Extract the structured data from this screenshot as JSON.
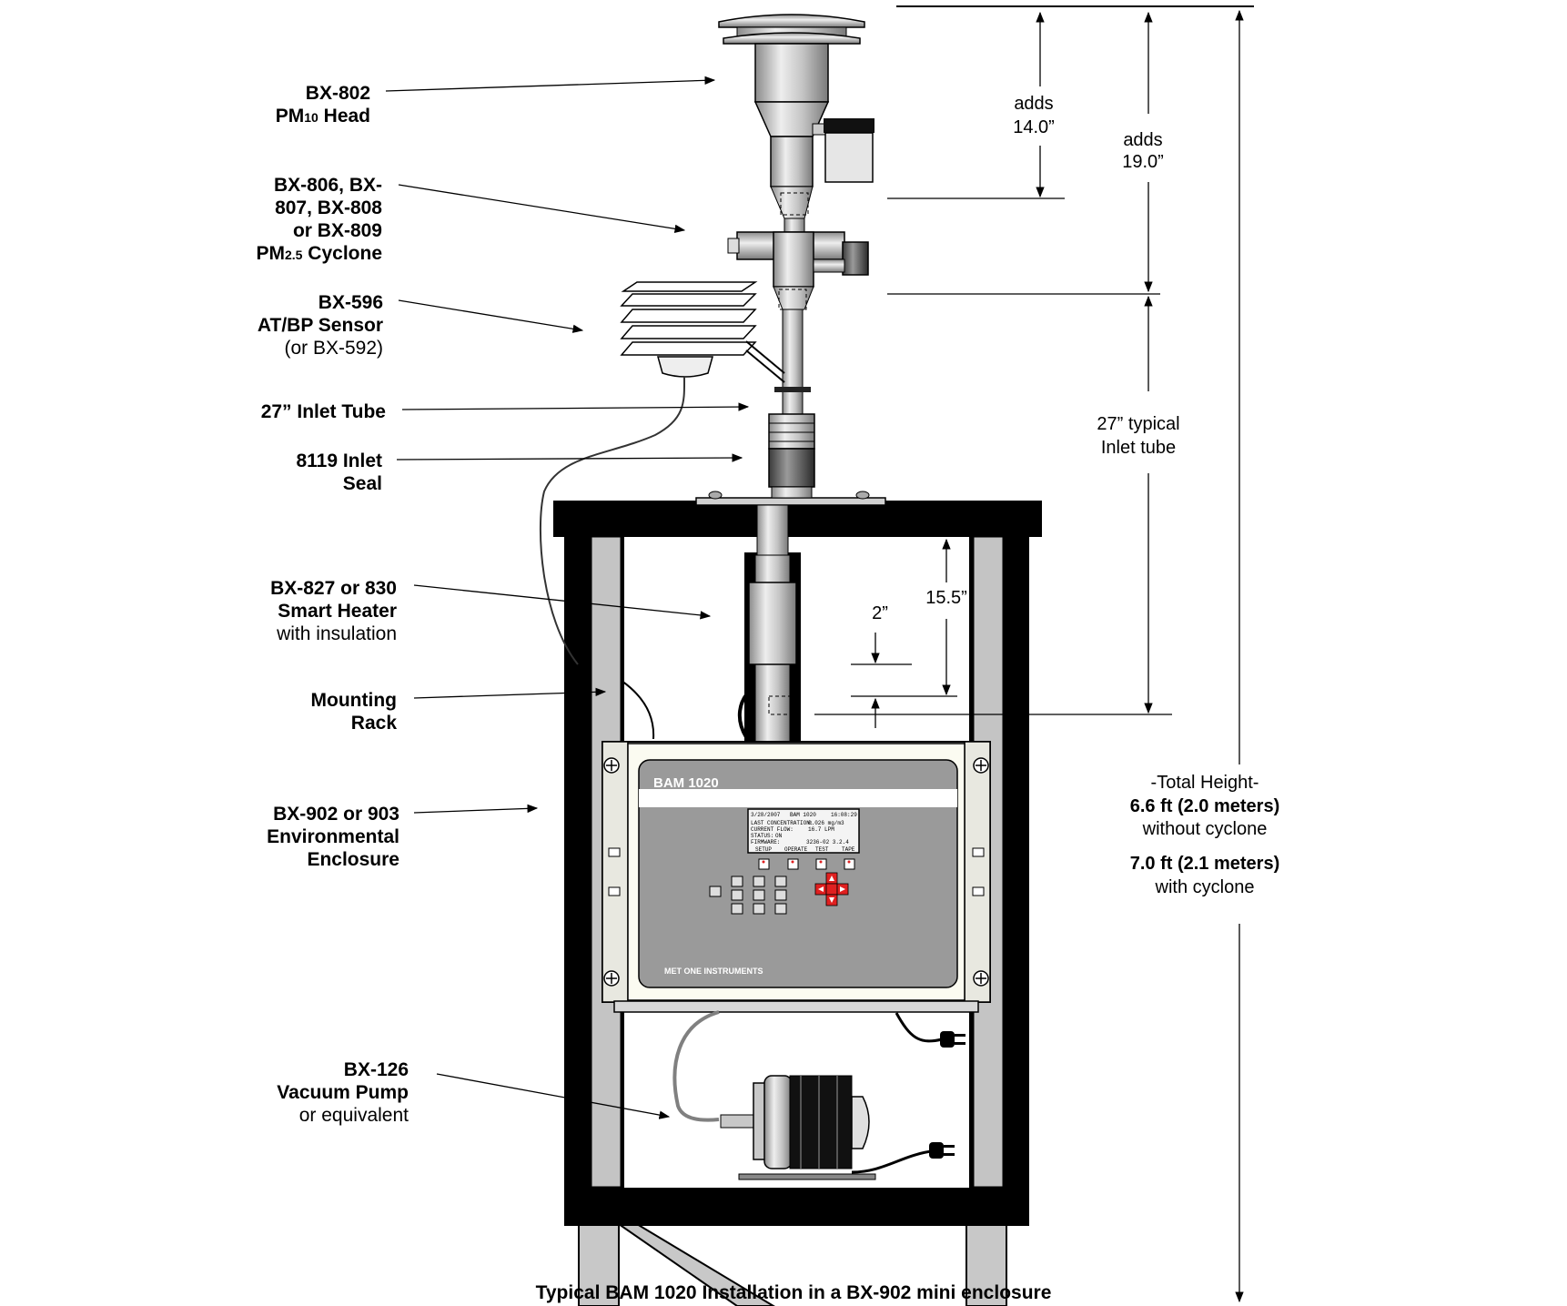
{
  "labels": {
    "pm10_head": {
      "l1": "BX-802",
      "l2a": "PM",
      "l2sub": "10",
      "l2b": " Head"
    },
    "cyclone": {
      "l1": "BX-806, BX-",
      "l2": "807, BX-808",
      "l3": "or BX-809",
      "l4a": "PM",
      "l4sub": "2.5",
      "l4b": " Cyclone"
    },
    "sensor": {
      "l1": "BX-596",
      "l2": "AT/BP Sensor",
      "l3": "(or BX-592)"
    },
    "inlet_tube": {
      "l1": "27” Inlet Tube"
    },
    "inlet_seal": {
      "l1": "8119 Inlet",
      "l2": "Seal"
    },
    "heater": {
      "l1": "BX-827 or 830",
      "l2": "Smart Heater",
      "l3": "with insulation"
    },
    "rack": {
      "l1": "Mounting",
      "l2": "Rack"
    },
    "enclosure": {
      "l1": "BX-902 or 903",
      "l2": "Environmental",
      "l3": "Enclosure"
    },
    "pump": {
      "l1": "BX-126",
      "l2": "Vacuum Pump",
      "l3": "or equivalent"
    }
  },
  "dimensions": {
    "adds14": {
      "l1": "adds",
      "l2": "14.0”"
    },
    "adds19": {
      "l1": "adds",
      "l2": "19.0”"
    },
    "typical": {
      "l1": "27” typical",
      "l2": "Inlet tube"
    },
    "d155": "15.5”",
    "d2": "2”",
    "total": {
      "l1": "-Total Height-",
      "l2": "6.6 ft (2.0 meters)",
      "l3": "without cyclone",
      "l4": "7.0 ft (2.1 meters)",
      "l5": "with cyclone"
    }
  },
  "instrument": {
    "model": "BAM 1020",
    "brand": "MET ONE INSTRUMENTS",
    "screen": {
      "row1a": "3/28/2007",
      "row1b": "BAM 1020",
      "row1c": "16:08:29",
      "row2a": "LAST CONCENTRATION:",
      "row2b": "0.026 mg/m3",
      "row3a": "CURRENT FLOW:",
      "row3b": "16.7 LPM",
      "row4a": "STATUS:",
      "row4b": "ON",
      "row5a": "FIRMWARE:",
      "row5b": "3236-02 3.2.4",
      "soft1": "SETUP",
      "soft2": "OPERATE",
      "soft3": "TEST",
      "soft4": "TAPE"
    }
  },
  "caption": "Typical BAM 1020 Installation in a BX-902 mini enclosure",
  "colors": {
    "metal": "#c8c8c8",
    "frame": "#000000",
    "panel": "#9a9a9a",
    "keypad_red": "#e02020"
  }
}
